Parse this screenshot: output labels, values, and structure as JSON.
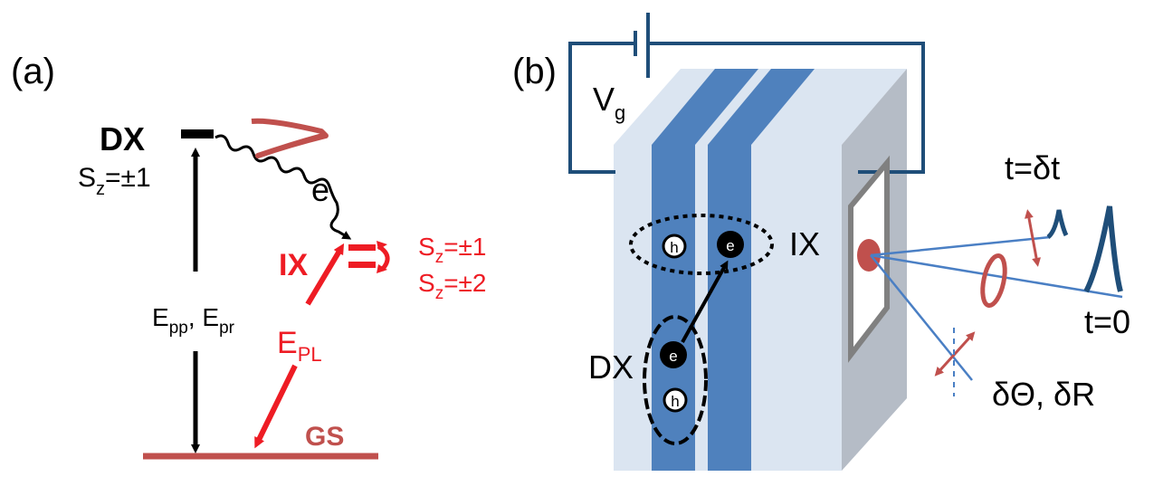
{
  "panel_a": {
    "tag": "(a)",
    "dx_label": "DX",
    "dx_spin_main": "S",
    "dx_spin_sub": "z",
    "dx_spin_val": "=±1",
    "ix_label": "IX",
    "ix_spin1_main": "S",
    "ix_spin1_sub": "z",
    "ix_spin1_val": "=±1",
    "ix_spin2_main": "S",
    "ix_spin2_sub": "z",
    "ix_spin2_val": "=±2",
    "e_label": "e",
    "pump_probe": {
      "e1": "E",
      "pp": "pp",
      "sep": ", E",
      "pr": "pr"
    },
    "pl": {
      "main": "E",
      "sub": "PL"
    },
    "gs_label": "GS"
  },
  "panel_b": {
    "tag": "(b)",
    "gate": {
      "main": "V",
      "sub": "g"
    },
    "ix_label": "IX",
    "dx_label": "DX",
    "electron": "e",
    "hole": "h",
    "time_dt": "t=δt",
    "time_0": "t=0",
    "rotation": "δΘ, δR"
  },
  "colors": {
    "black": "#000000",
    "red": "#ee1c24",
    "ground": "#c0504d",
    "blue_layer": "#4f81bd",
    "slab_front": "#dbe5f1",
    "slab_side": "#b5bcc6",
    "wire": "#1f4e79",
    "ray": "#4a7fc4"
  }
}
